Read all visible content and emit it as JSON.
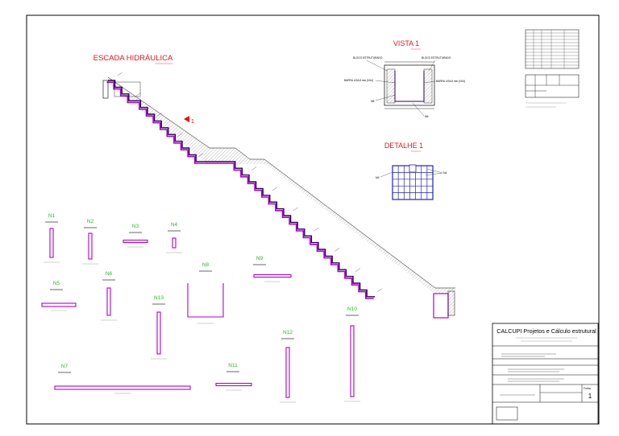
{
  "colors": {
    "title_red": "#e8141e",
    "bar_green": "#1fbf1f",
    "rebar_magenta": "#b000d0",
    "rebar_purple": "#5a0090",
    "grid_blue": "#2020c8",
    "line_black": "#000000",
    "hatch_gray": "#8a8a8a",
    "marker_red": "#ff0000"
  },
  "drawing": {
    "stair_title": "ESCADA HIDRÁULICA",
    "detail_marker": "1",
    "vista_title": "VISTA 1",
    "vista_labels": {
      "left_top": "BLOCO ESTRUTURADO",
      "right_top": "BLOCO ESTRUTURADO",
      "left_bar": "BARRA LISA 8 mm (N14)",
      "right_bar": "BARRA LISA 8 mm (N14)",
      "n8": "N8",
      "n6": "N6"
    },
    "detalhe_title": "DETALHE 1",
    "detalhe_labels": {
      "left": "N9",
      "right": "N4"
    }
  },
  "bars": [
    {
      "name": "N1"
    },
    {
      "name": "N2"
    },
    {
      "name": "N3"
    },
    {
      "name": "N4"
    },
    {
      "name": "N5"
    },
    {
      "name": "N6"
    },
    {
      "name": "N7"
    },
    {
      "name": "N8"
    },
    {
      "name": "N9"
    },
    {
      "name": "N10"
    },
    {
      "name": "N11"
    },
    {
      "name": "N12"
    },
    {
      "name": "N13"
    }
  ],
  "title_block": {
    "company": "CALCUPI Projetos e Cálculo estrutural",
    "sheet_label": "Folha",
    "sheet_number": "1"
  }
}
